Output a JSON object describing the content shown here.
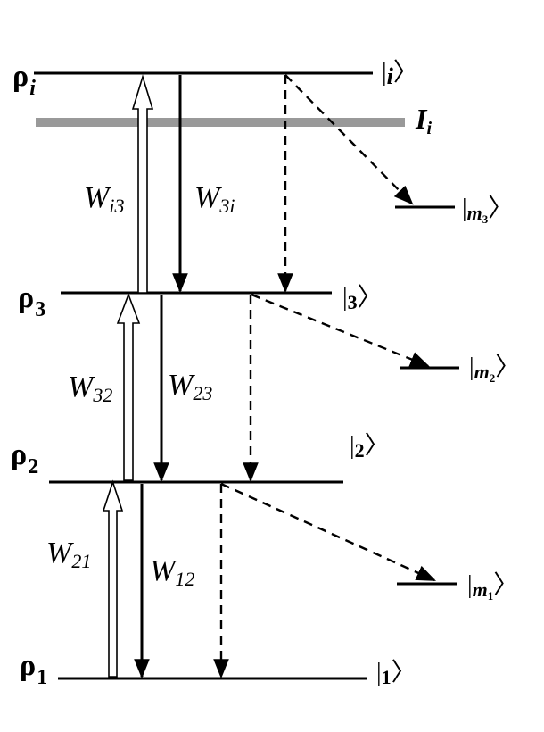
{
  "levels": {
    "i": {
      "rho": "ρ",
      "rho_sub": "i",
      "ket_bar": "|",
      "ket_sub": "i",
      "ket_close": "〉"
    },
    "three": {
      "rho": "ρ",
      "rho_sub": "3",
      "ket_bar": "|",
      "ket_sub": "3",
      "ket_close": "〉"
    },
    "two": {
      "rho": "ρ",
      "rho_sub": "2",
      "ket_bar": "|",
      "ket_sub": "2",
      "ket_close": "〉"
    },
    "one": {
      "rho": "ρ",
      "rho_sub": "1",
      "ket_bar": "|",
      "ket_sub": "1",
      "ket_close": "〉"
    }
  },
  "loss_levels": {
    "m3": {
      "ket_bar": "|",
      "ket_m": "m",
      "ket_sub": "3",
      "ket_close": "〉"
    },
    "m2": {
      "ket_bar": "|",
      "ket_m": "m",
      "ket_sub": "2",
      "ket_close": "〉"
    },
    "m1": {
      "ket_bar": "|",
      "ket_m": "m",
      "ket_sub": "1",
      "ket_close": "〉"
    }
  },
  "intensity": {
    "symbol": "I",
    "sub": "i"
  },
  "rates": {
    "Wi3": {
      "symbol": "W",
      "sub": "i3"
    },
    "W3i": {
      "symbol": "W",
      "sub_num": "3",
      "sub_i": "i"
    },
    "W32": {
      "symbol": "W",
      "sub": "32"
    },
    "W23": {
      "symbol": "W",
      "sub": "23"
    },
    "W21": {
      "symbol": "W",
      "sub": "21"
    },
    "W12": {
      "symbol": "W",
      "sub": "12"
    }
  },
  "colors": {
    "ink": "#000000",
    "intensity_band": "#999999",
    "hollow_fill": "#ffffff"
  }
}
